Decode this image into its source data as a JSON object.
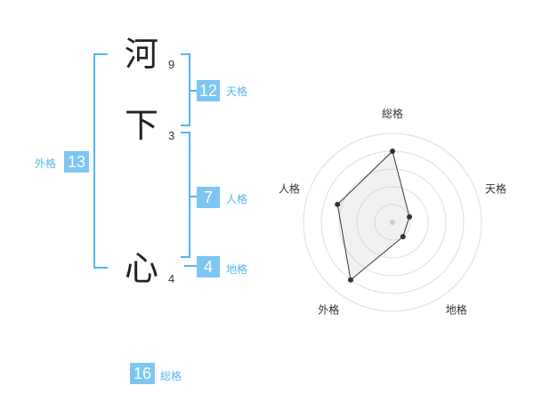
{
  "name": {
    "chars": [
      {
        "char": "河",
        "strokes": "9"
      },
      {
        "char": "下",
        "strokes": "3"
      },
      {
        "char": "心",
        "strokes": "4"
      }
    ]
  },
  "grids": {
    "tenkaku": {
      "value": "12",
      "label": "天格"
    },
    "jinkaku": {
      "value": "7",
      "label": "人格"
    },
    "chikaku": {
      "value": "4",
      "label": "地格"
    },
    "gaikaku": {
      "value": "13",
      "label": "外格"
    },
    "soukaku": {
      "value": "16",
      "label": "総格"
    }
  },
  "chart_data": {
    "type": "radar",
    "axes": [
      "総格",
      "天格",
      "地格",
      "外格",
      "人格"
    ],
    "values": [
      16,
      4,
      4,
      16,
      13
    ],
    "rmax": 20,
    "rings": 5,
    "colors": {
      "fill": "#f0f0f0",
      "line": "#333333",
      "grid": "#dddddd",
      "point": "#333333"
    }
  }
}
